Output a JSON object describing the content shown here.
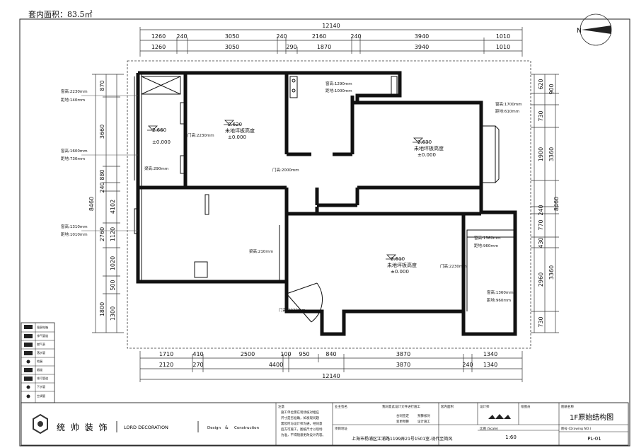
{
  "header": {
    "area_label": "套内面积：83.5㎡"
  },
  "north_label": "N",
  "dims": {
    "top_total": "12140",
    "top_row1": [
      "1260",
      "240",
      "3050",
      "240",
      "2160",
      "240",
      "3940",
      "1010"
    ],
    "top_row2": [
      "1260",
      "3050",
      "290",
      "1870",
      "3940",
      "1010"
    ],
    "bottom_row1": [
      "1710",
      "410",
      "2500",
      "100",
      "950",
      "840",
      "3870",
      "1340"
    ],
    "bottom_row2": [
      "2120",
      "270",
      "4400",
      "3870",
      "240",
      "1340"
    ],
    "bottom_total": "12140",
    "left_outer": "8460",
    "left_inner": [
      "870",
      "3660",
      "880",
      "240",
      "4102",
      "1120",
      "2760",
      "1020",
      "500",
      "1800",
      "1300"
    ],
    "right_outer": "8460",
    "right_inner": [
      "620",
      "900",
      "730",
      "1900",
      "3360",
      "240",
      "770",
      "430",
      "2960",
      "3360",
      "730"
    ]
  },
  "rooms": [
    {
      "h": "2.620",
      "z": "±0.000",
      "note": "未地坪板高度"
    },
    {
      "h": "2.630",
      "z": "±0.000",
      "note": "未地坪板高度"
    },
    {
      "h": "2.610",
      "z": "±0.000",
      "note": "未地坪板高度"
    },
    {
      "h": "2.660",
      "z": "±0.000",
      "note": ""
    }
  ],
  "notes": {
    "win1": "窗高:2230mm",
    "win1b": "距地:140mm",
    "win2": "窗高:1600mm",
    "win2b": "距地:730mm",
    "win3": "窗高:1310mm",
    "win3b": "距地:1010mm",
    "win4": "窗高:1290mm",
    "win4b": "距地:1000mm",
    "win5": "窗高:1700mm",
    "win5b": "距地:610mm",
    "win6": "窗高:1360mm",
    "win6b": "距地:960mm",
    "win7": "窗高:1360mm",
    "win7b": "距地:960mm",
    "door1": "门高:2230mm",
    "door2": "门高:2000mm",
    "door3": "门高:2230mm",
    "beam1": "梁高:290mm",
    "beam2": "梁高:210mm",
    "beam3": "门高:2030mm"
  },
  "legend": [
    "强弱电箱",
    "排气管道",
    "燃气表",
    "落水管",
    "地漏",
    "烟道",
    "排污管道",
    "下水管",
    "空调管"
  ],
  "titleblock": {
    "brand_cn": "统 帅 装 饰",
    "brand_en": "LORD DECORATION",
    "design": "Design",
    "amp": "&",
    "construction": "Construction",
    "notes_title": "注意",
    "notes_text": [
      "施工单位需在现场核对相应",
      "尺寸是否准确，如发现问题",
      "需及时与设计师沟通，经同意",
      "后方可施工，图纸尺寸以现场",
      "为准，不得随意更改设计内容。"
    ],
    "owner_sign": "业主签名",
    "owner_text": "我同意此设计文件进行施工",
    "col2": [
      "合同签定",
      "预算核对",
      "变更预算",
      "设计施工"
    ],
    "project_content": "套内面积",
    "address_label": "项目地址",
    "address": "上海市杨浦区江浦路1199弄21号1501室-现代至简风",
    "designer": "设计师",
    "checker": "绘图员",
    "drawing_name_label": "图纸名称",
    "drawing_name": "1F原始结构图",
    "scale_label": "比例 (Scale)",
    "scale": "1:60",
    "number_label": "图号 (Drawing NO.)",
    "number": "PL-01"
  }
}
